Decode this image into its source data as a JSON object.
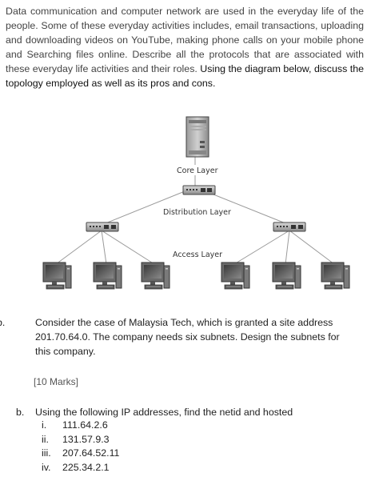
{
  "intro": {
    "text_plain": "Data communication and computer network are used in the everyday life of the people. Some of these everyday activities includes, email transactions, uploading and downloading videos on YouTube, making phone calls on your mobile phone and Searching files online. Describe all the protocols that are associated with these everyday life activities and their roles.",
    "text_emph": "Using the diagram below, discuss the topology employed as well as its pros and cons."
  },
  "diagram": {
    "core_label": "Core Layer",
    "distribution_label": "Distribution Layer",
    "access_label": "Access Layer",
    "icons": [
      "server-icon",
      "switch-icon",
      "computer-icon"
    ]
  },
  "question_b1": {
    "label": "b.",
    "line1": "Consider the case of Malaysia Tech, which is granted a site address",
    "line2": "201.70.64.0. The company needs six subnets. Design the subnets for",
    "line3": "this company.",
    "marks": "[10 Marks]"
  },
  "question_b2": {
    "label": "b.",
    "text": "Using the following IP addresses, find the netid and hosted",
    "items": [
      {
        "num": "i.",
        "ip": "111.64.2.6"
      },
      {
        "num": "ii.",
        "ip": "131.57.9.3"
      },
      {
        "num": "iii.",
        "ip": "207.64.52.11"
      },
      {
        "num": "iv.",
        "ip": "225.34.2.1"
      }
    ]
  }
}
